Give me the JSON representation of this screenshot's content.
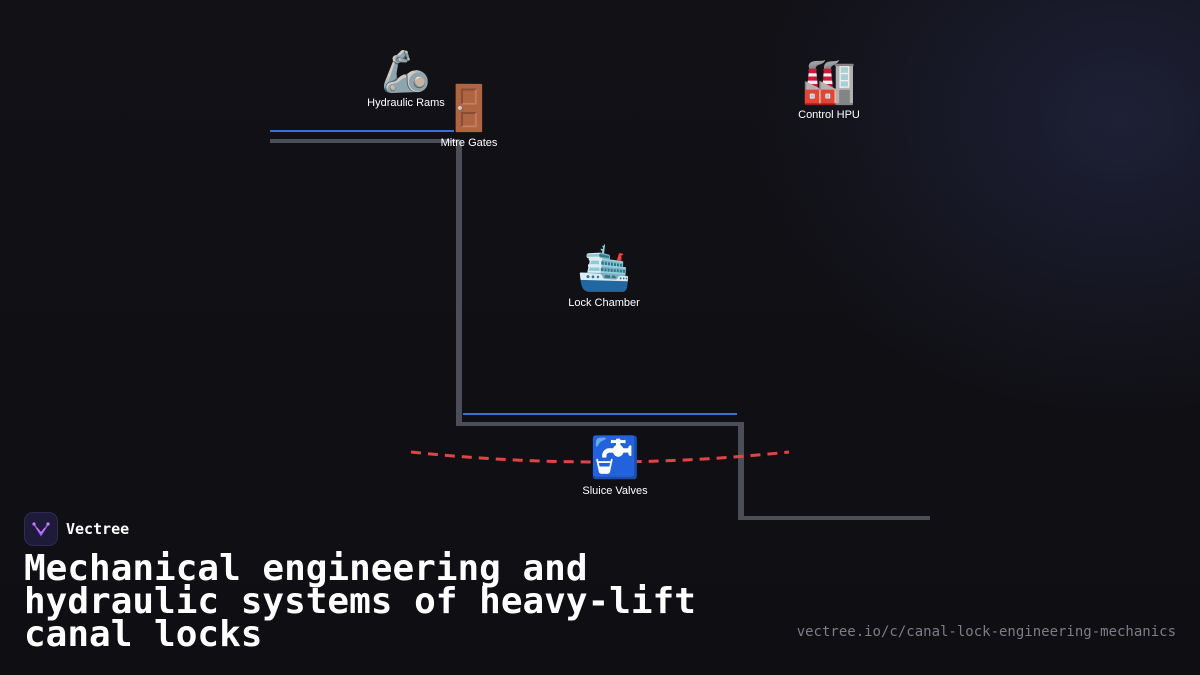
{
  "nodes": [
    {
      "id": "hydraulic-rams",
      "icon": "mechanical-arm-icon",
      "emoji": "🦾",
      "label": "Hydraulic Rams"
    },
    {
      "id": "mitre-gates",
      "icon": "door-icon",
      "emoji": "🚪",
      "label": "Mitre Gates"
    },
    {
      "id": "control-hpu",
      "icon": "factory-icon",
      "emoji": "🏭",
      "label": "Control HPU"
    },
    {
      "id": "lock-chamber",
      "icon": "ship-icon",
      "emoji": "🛳️",
      "label": "Lock Chamber"
    },
    {
      "id": "sluice-valves",
      "icon": "potable-water-icon",
      "emoji": "🚰",
      "label": "Sluice Valves"
    }
  ],
  "colors": {
    "background": "#111116",
    "wall": "#4a4f57",
    "water_line": "#3a6fd8",
    "flow_curve": "#e04545"
  },
  "brand": {
    "name": "Vectree",
    "logo_icon": "vectree-logo-icon"
  },
  "title": "Mechanical engineering and hydraulic systems of heavy-lift canal locks",
  "url": "vectree.io/c/canal-lock-engineering-mechanics"
}
